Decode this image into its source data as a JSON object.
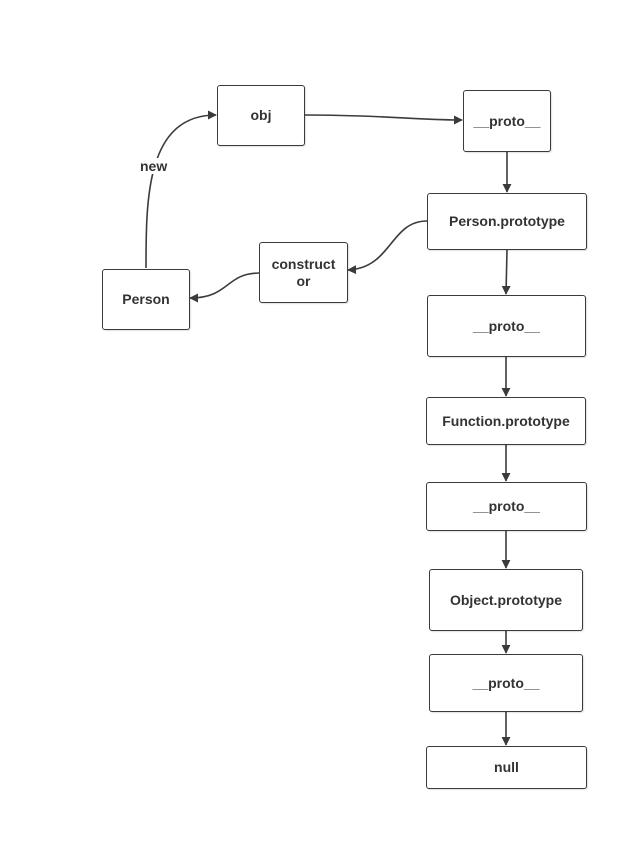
{
  "diagram": {
    "nodes": {
      "obj": "obj",
      "obj_proto": "__proto__",
      "person": "Person",
      "constructor_line1": "construct",
      "constructor_line2": "or",
      "person_prototype": "Person.prototype",
      "pp_proto": "__proto__",
      "function_prototype": "Function.prototype",
      "fp_proto": "__proto__",
      "object_prototype": "Object.prototype",
      "op_proto": "__proto__",
      "null": "null"
    },
    "edge_labels": {
      "new": "new"
    },
    "colors": {
      "stroke": "#3b3b3b",
      "text": "#333333",
      "background": "#ffffff"
    }
  }
}
